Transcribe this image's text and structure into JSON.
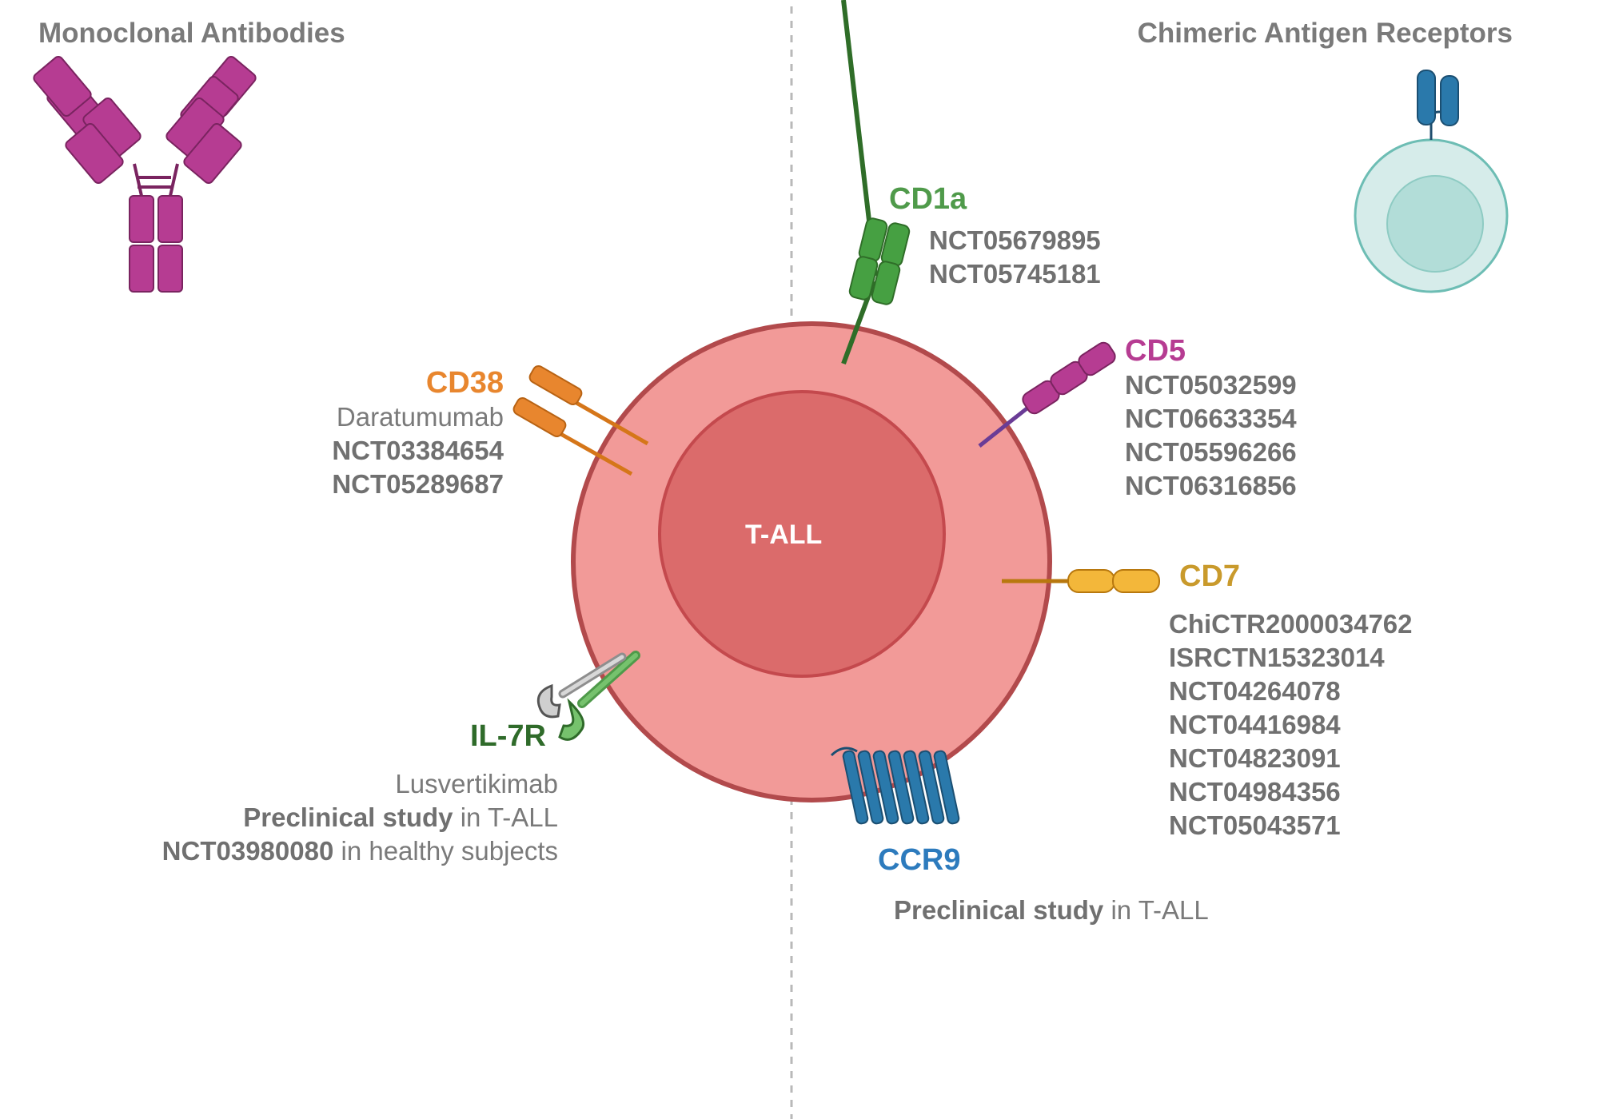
{
  "sections": {
    "left_title": "Monoclonal Antibodies",
    "right_title": "Chimeric Antigen Receptors"
  },
  "cell": {
    "label": "T-ALL"
  },
  "colors": {
    "cd38": "#e8862e",
    "cd1a": "#4f9a4a",
    "cd5": "#b63c92",
    "cd7": "#c99a2c",
    "il7r": "#2f6b2a",
    "ccr9": "#2d7bbd",
    "text_gray": "#707070",
    "cell_outer": "#f29a98",
    "cell_nucleus": "#db6b6b",
    "cell_border": "#b24a4c"
  },
  "targets": {
    "cd38": {
      "name": "CD38",
      "drug": "Daratumumab",
      "trials": [
        "NCT03384654",
        "NCT05289687"
      ]
    },
    "cd1a": {
      "name": "CD1a",
      "trials": [
        "NCT05679895",
        "NCT05745181"
      ]
    },
    "cd5": {
      "name": "CD5",
      "trials": [
        "NCT05032599",
        "NCT06633354",
        "NCT05596266",
        "NCT06316856"
      ]
    },
    "cd7": {
      "name": "CD7",
      "trials": [
        "ChiCTR2000034762",
        "ISRCTN15323014",
        "NCT04264078",
        "NCT04416984",
        "NCT04823091",
        "NCT04984356",
        "NCT05043571"
      ]
    },
    "il7r": {
      "name": "IL-7R",
      "drug": "Lusvertikimab",
      "preclinical_bold": "Preclinical study",
      "preclinical_rest": " in T-ALL",
      "trial_bold": "NCT03980080",
      "trial_rest": " in healthy subjects"
    },
    "ccr9": {
      "name": "CCR9",
      "preclinical_bold": "Preclinical study",
      "preclinical_rest": " in T-ALL"
    }
  }
}
